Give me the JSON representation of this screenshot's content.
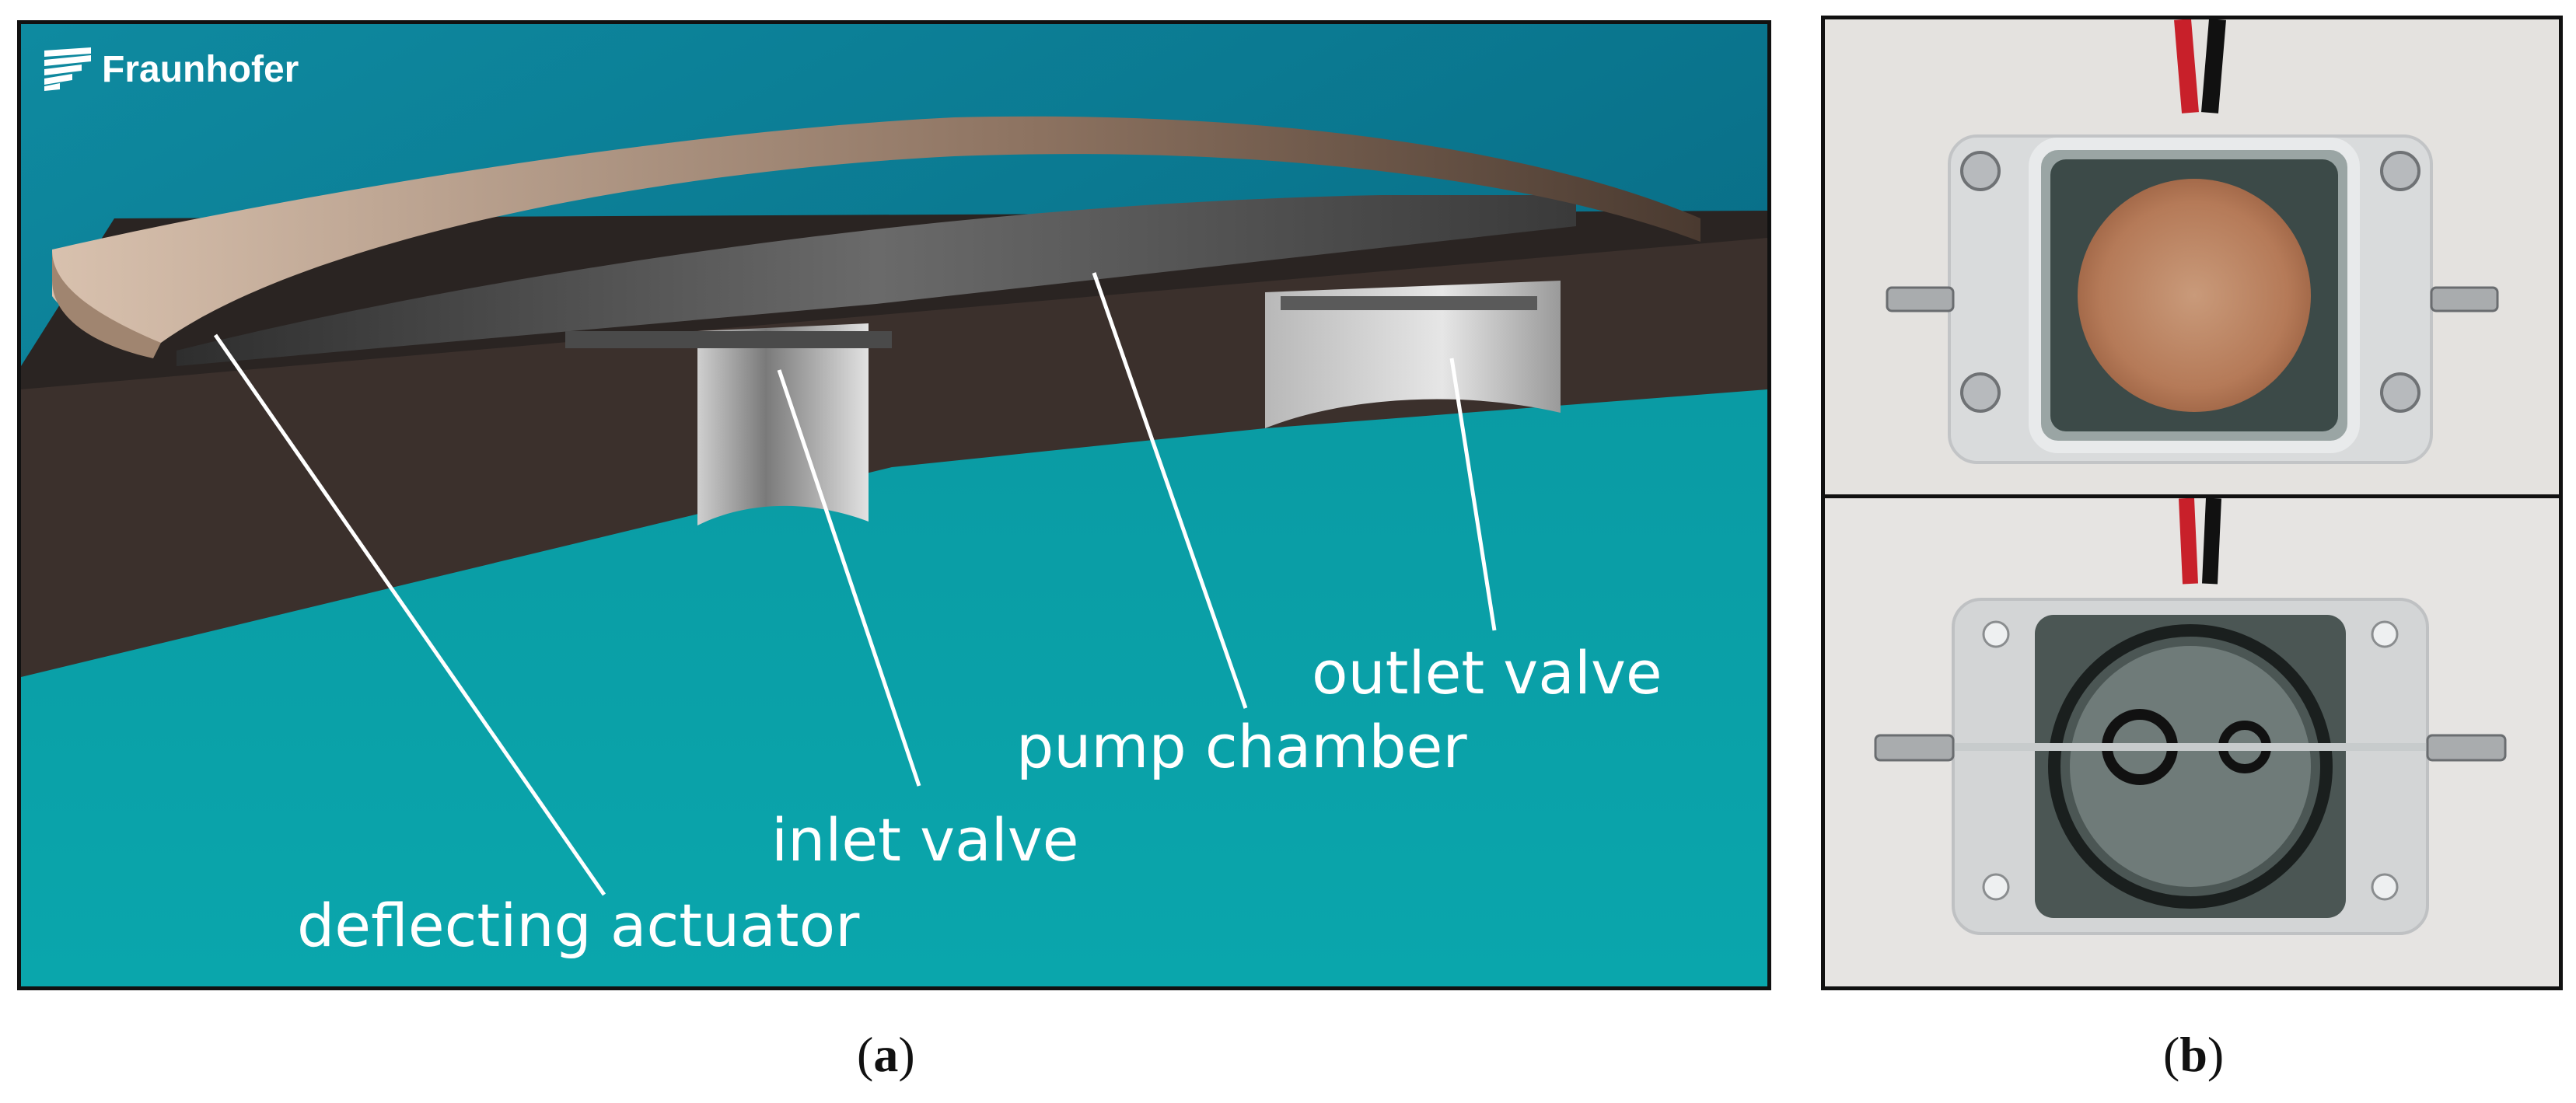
{
  "panel_a": {
    "logo_text": "Fraunhofer",
    "annotations": {
      "deflecting_actuator": "deflecting actuator",
      "inlet_valve": "inlet valve",
      "pump_chamber": "pump chamber",
      "outlet_valve": "outlet valve"
    },
    "colors": {
      "sky": "#0b7b92",
      "floor": "#0aa0a8",
      "base": "#3b302c",
      "actuator_top": "#c9ae9a",
      "actuator_side": "#6a5548",
      "chamber": "#3a3a3a",
      "label": "#ffffff"
    }
  },
  "panel_b_top": {
    "description_icon": "micropump-top-view-photo"
  },
  "panel_b_bottom": {
    "description_icon": "micropump-bottom-view-photo"
  },
  "captions": {
    "a": "a",
    "b": "b"
  }
}
